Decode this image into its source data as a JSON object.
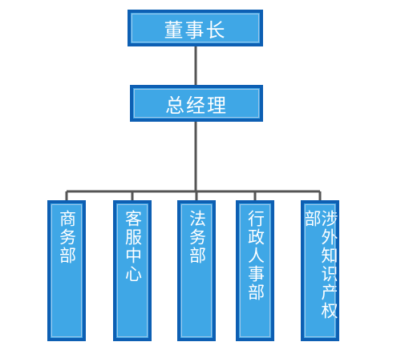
{
  "chart": {
    "chairman": "董事长",
    "general_manager": "总经理",
    "departments": [
      {
        "label": "商务部"
      },
      {
        "label": "客服中心"
      },
      {
        "label": "法务部"
      },
      {
        "label": "行政人事部"
      },
      {
        "label": "涉外知识产权部"
      }
    ]
  },
  "colors": {
    "box_fill": "#3fa7e6",
    "box_border": "#0d5fb3",
    "connector": "#555555",
    "text": "#ffffff"
  }
}
